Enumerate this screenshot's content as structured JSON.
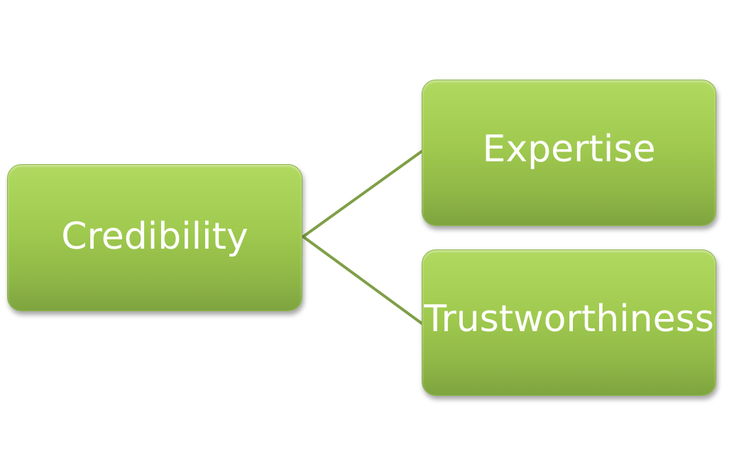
{
  "diagram": {
    "nodes": {
      "root": {
        "label": "Credibility"
      },
      "child_top": {
        "label": "Expertise"
      },
      "child_bottom": {
        "label": "Trustworthiness"
      }
    },
    "edges": [
      {
        "from": "root",
        "to": "child_top"
      },
      {
        "from": "root",
        "to": "child_bottom"
      }
    ],
    "colors": {
      "node_fill": "#a0ca4f",
      "node_text": "#ffffff",
      "connector": "#7f9f47"
    }
  }
}
